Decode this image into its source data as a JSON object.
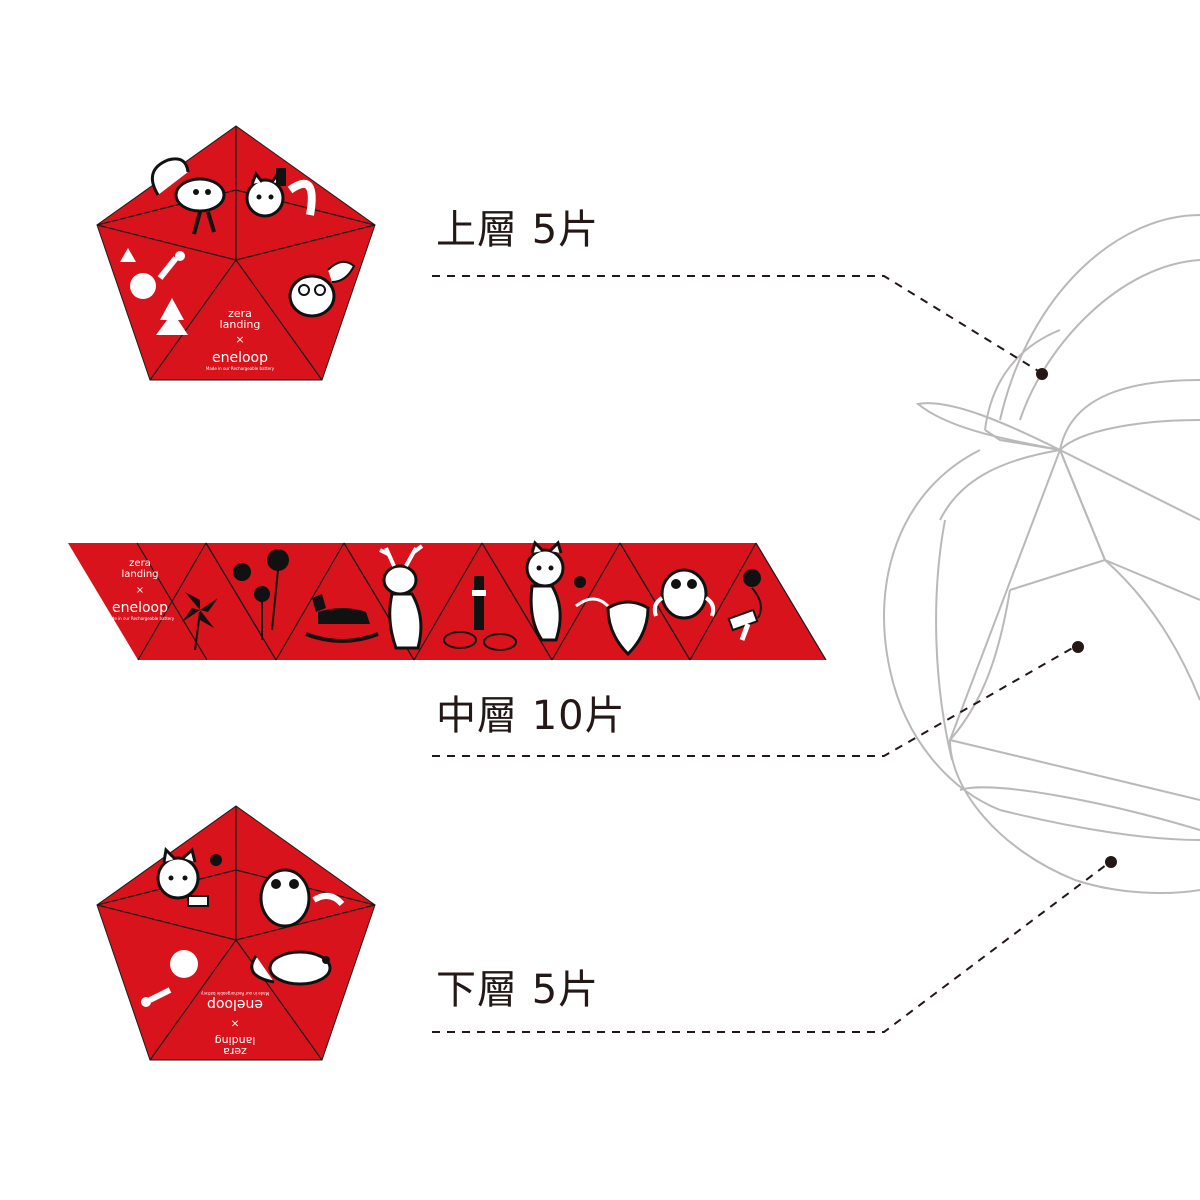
{
  "layers": [
    {
      "id": "top",
      "label": "上層 5片"
    },
    {
      "id": "middle",
      "label": "中層 10片"
    },
    {
      "id": "bottom",
      "label": "下層 5片"
    }
  ],
  "brand": {
    "zera_line1": "zera",
    "zera_line2": "landing",
    "cross": "×",
    "eneloop": "eneloop",
    "eneloop_tagline": "Made in our Rechargeable battery"
  },
  "colors": {
    "panel_red": "#d9131b",
    "outline_gray": "#b9b9b9",
    "leader_black": "#231815",
    "illustration_white": "#ffffff"
  },
  "icons": [
    "squirrel-icon",
    "cat-icon",
    "owl-icon",
    "apple-icon",
    "tree-icon",
    "pinwheel-icon",
    "flower-icon",
    "rocking-horse-icon",
    "deer-icon",
    "ring-toss-icon",
    "spinning-top-icon",
    "kendama-icon"
  ]
}
